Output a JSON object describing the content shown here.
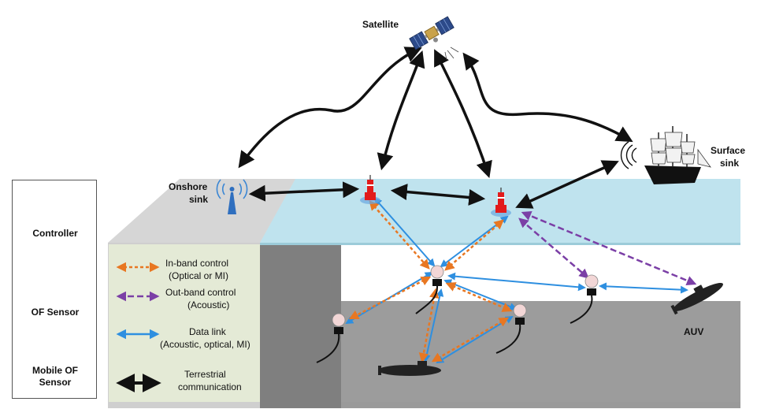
{
  "labels": {
    "satellite": "Satellite",
    "onshore_sink": [
      "Onshore",
      "sink"
    ],
    "surface_sink": [
      "Surface",
      "sink"
    ],
    "auv": "AUV"
  },
  "side_legend": {
    "controller": "Controller",
    "of_sensor": "OF Sensor",
    "mobile_of_sensor": [
      "Mobile OF",
      "Sensor"
    ]
  },
  "link_legend": {
    "inband": [
      "In-band control",
      "(Optical or MI)"
    ],
    "outband": [
      "Out-band control",
      "(Acoustic)"
    ],
    "data": [
      "Data link",
      "(Acoustic, optical, MI)"
    ],
    "terrestrial": [
      "Terrestrial",
      "communication"
    ]
  },
  "colors": {
    "terrestrial_link": "#111111",
    "data_link": "#2e8fe0",
    "inband_control": "#e87722",
    "outband_control": "#7b3fa6",
    "sea_surface": "#bfe3ee",
    "land": "#c8c8c8",
    "seabed": "#9a9a9a",
    "legend_panel": "#e4ead6",
    "controller_red": "#e21b1b"
  },
  "icons": [
    "satellite-icon",
    "antenna-tower-icon",
    "ship-icon",
    "buoy-controller-icon",
    "of-sensor-icon",
    "submarine-icon"
  ]
}
